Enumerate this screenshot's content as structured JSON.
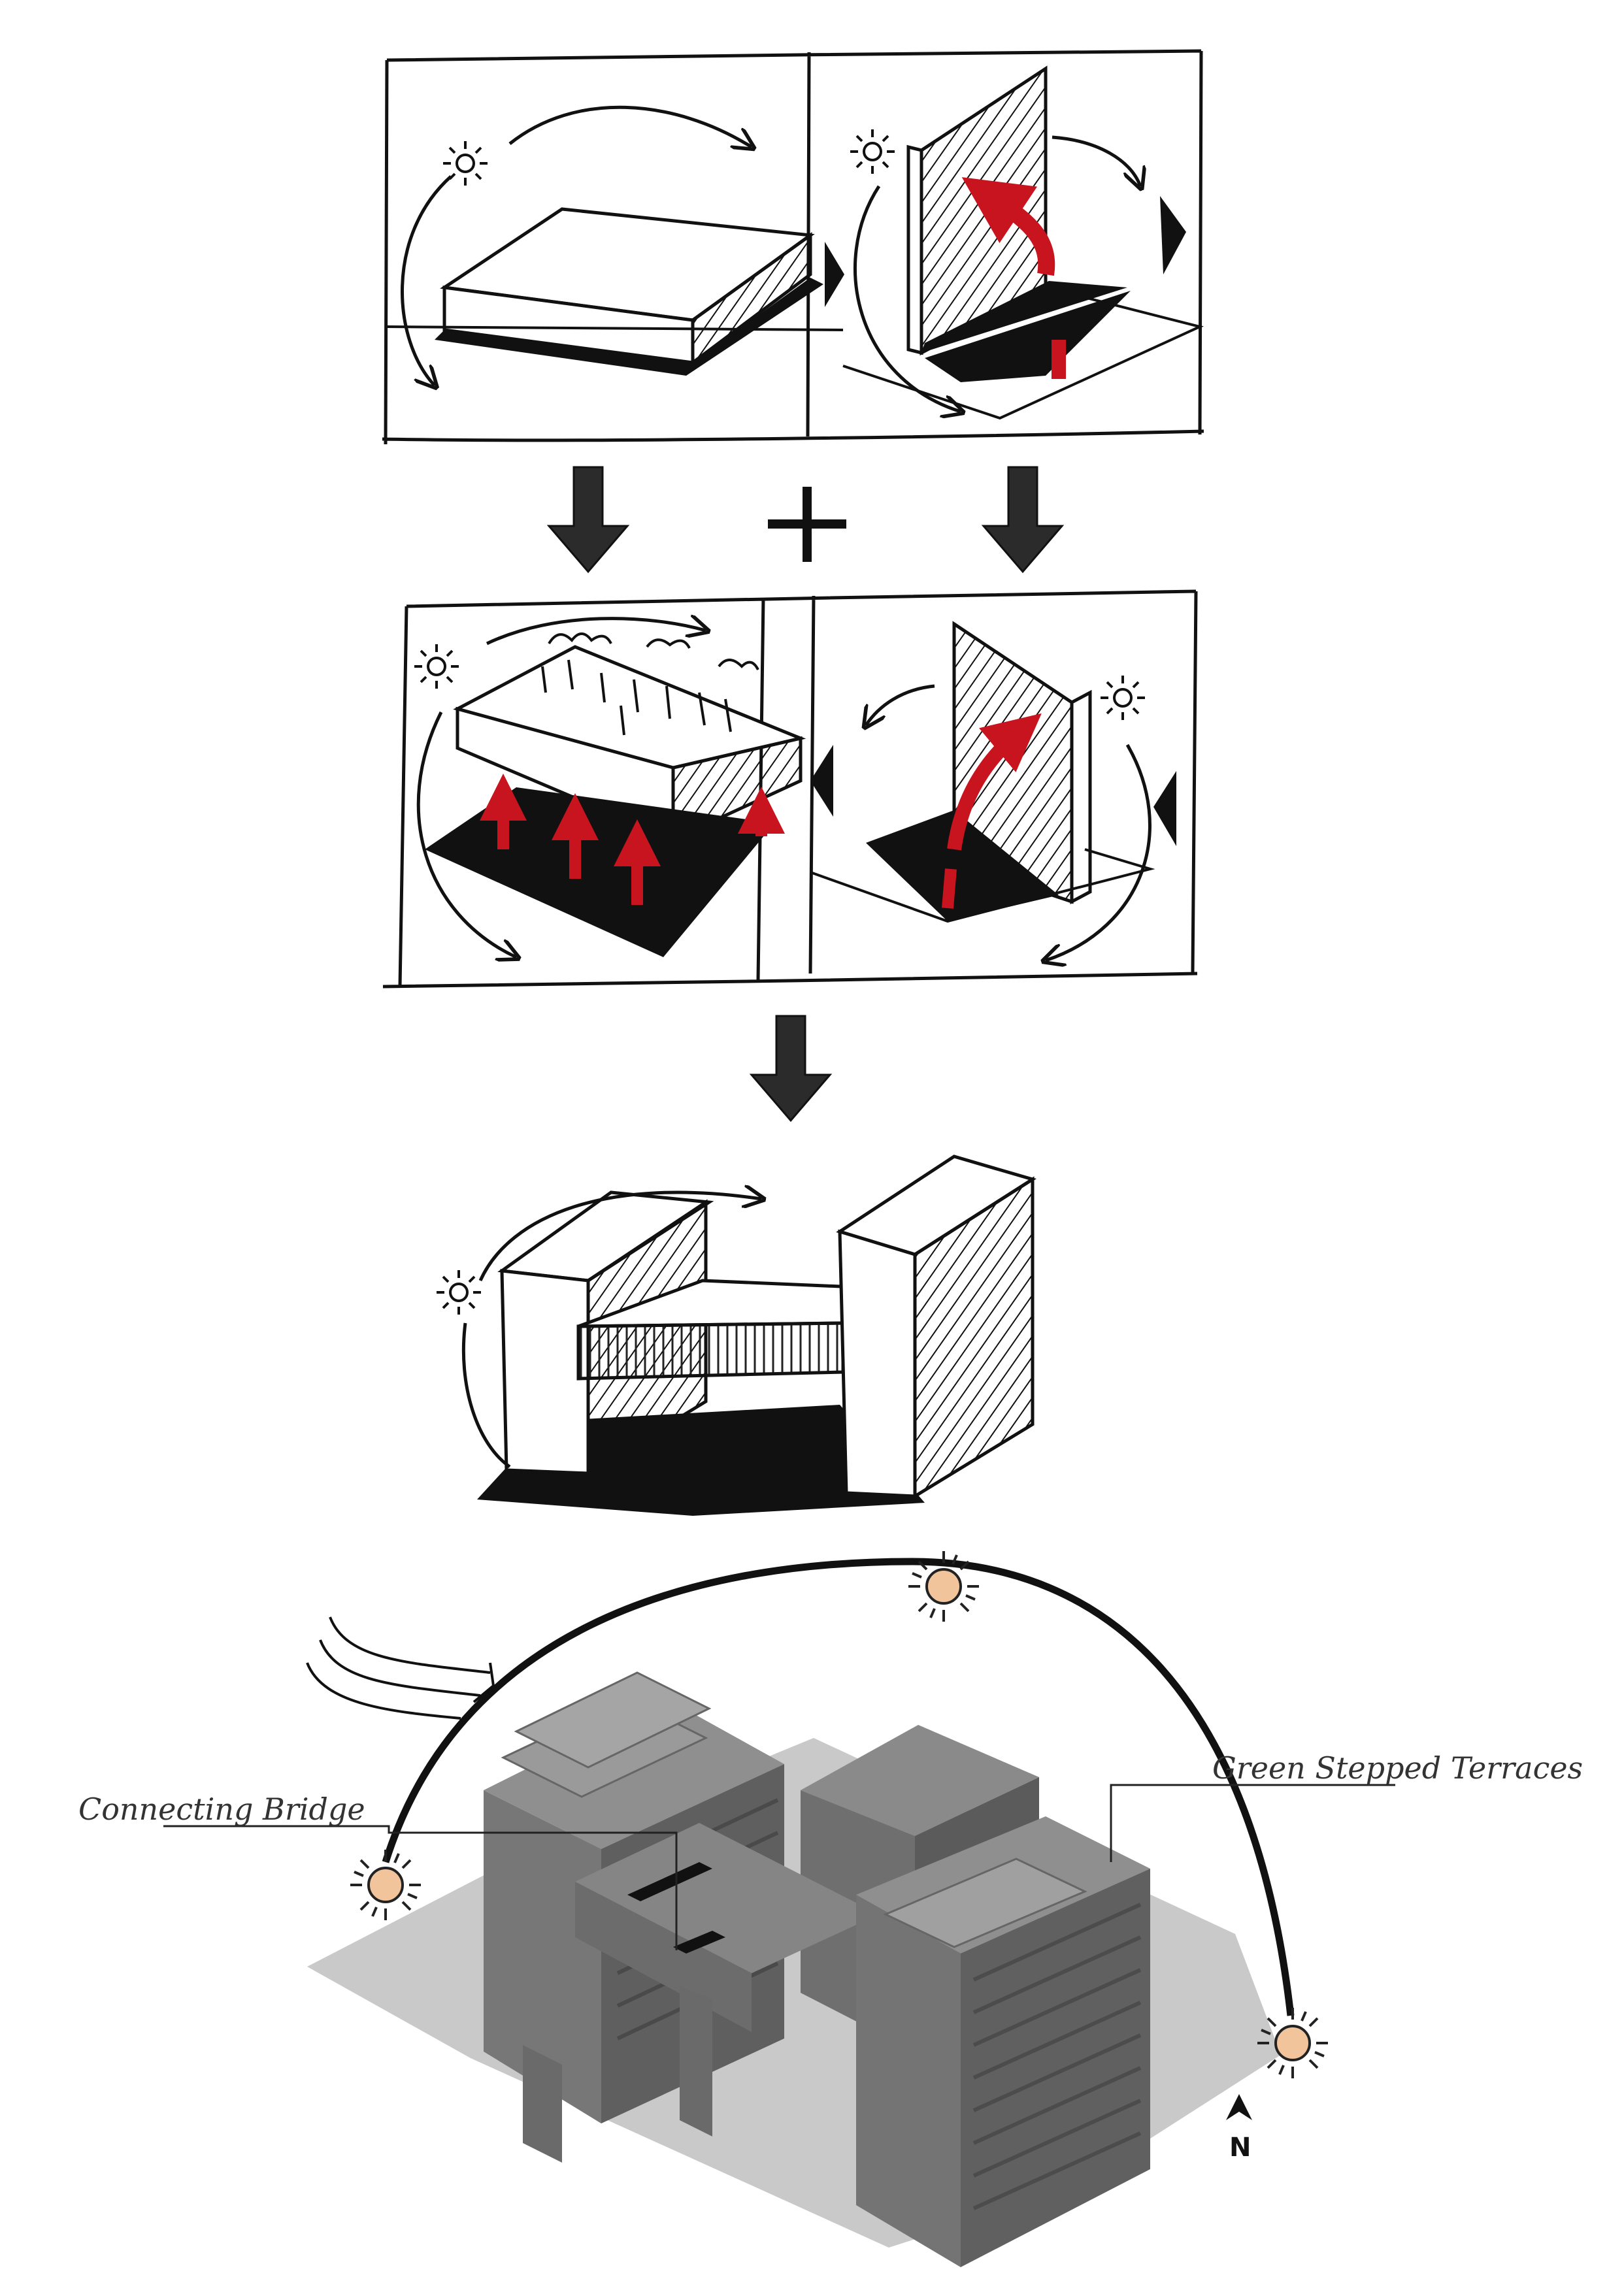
{
  "labels": {
    "connecting_bridge": "Connecting Bridge",
    "green_stepped_terraces": "Green Stepped Terraces",
    "north": "N"
  },
  "icons": [
    "sun-icon",
    "wind-icon",
    "north-arrow-icon",
    "down-arrow-icon",
    "plus-icon"
  ],
  "colors": {
    "ink": "#111111",
    "heat_arrow": "#c8141e",
    "sun_fill": "#f2c49b",
    "building": "#7a7a7a",
    "shadow": "#c9c9c9"
  }
}
